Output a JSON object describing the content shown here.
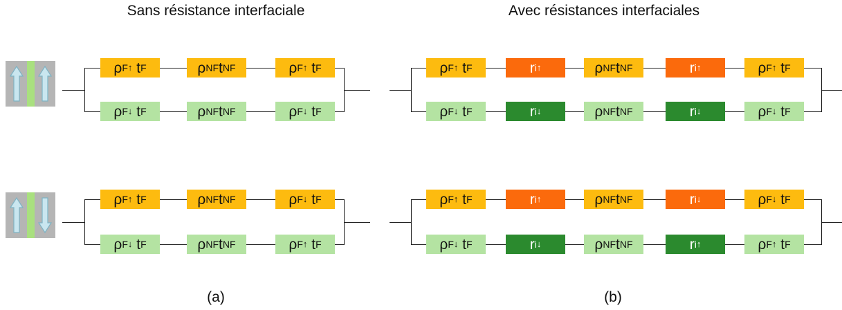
{
  "headings": {
    "left": "Sans résistance interfaciale",
    "right": "Avec résistances interfaciales"
  },
  "captions": {
    "a": "(a)",
    "b": "(b)"
  },
  "colors": {
    "orange": "#fdbb0f",
    "red": "#fb6a0c",
    "light_green": "#b4e3a2",
    "dark_green": "#2b8a2e",
    "device_gray": "#b5b5b5",
    "spacer_green": "#a9e07f",
    "arrow_fill": "#c9e6ef",
    "arrow_stroke": "#7fb3c4"
  },
  "devices": [
    {
      "left_arrow": "up",
      "right_arrow": "up"
    },
    {
      "left_arrow": "up",
      "right_arrow": "down"
    }
  ],
  "circuits": [
    {
      "top": [
        {
          "sym": "rho",
          "m": "F",
          "spin": "up",
          "t": true,
          "c": "orange"
        },
        {
          "sym": "rhoNF",
          "c": "orange"
        },
        {
          "sym": "rho",
          "m": "F",
          "spin": "up",
          "t": true,
          "c": "orange"
        }
      ],
      "bot": [
        {
          "sym": "rho",
          "m": "F",
          "spin": "down",
          "t": true,
          "c": "light_green"
        },
        {
          "sym": "rhoNF",
          "c": "light_green"
        },
        {
          "sym": "rho",
          "m": "F",
          "spin": "down",
          "t": true,
          "c": "light_green"
        }
      ]
    },
    {
      "top": [
        {
          "sym": "rho",
          "m": "F",
          "spin": "up",
          "t": true,
          "c": "orange"
        },
        {
          "sym": "r",
          "spin": "up",
          "c": "red"
        },
        {
          "sym": "rhoNF",
          "c": "orange"
        },
        {
          "sym": "r",
          "spin": "up",
          "c": "red"
        },
        {
          "sym": "rho",
          "m": "F",
          "spin": "up",
          "t": true,
          "c": "orange"
        }
      ],
      "bot": [
        {
          "sym": "rho",
          "m": "F",
          "spin": "down",
          "t": true,
          "c": "light_green"
        },
        {
          "sym": "r",
          "spin": "down",
          "c": "dark_green"
        },
        {
          "sym": "rhoNF",
          "c": "light_green"
        },
        {
          "sym": "r",
          "spin": "down",
          "c": "dark_green"
        },
        {
          "sym": "rho",
          "m": "F",
          "spin": "down",
          "t": true,
          "c": "light_green"
        }
      ]
    },
    {
      "top": [
        {
          "sym": "rho",
          "m": "F",
          "spin": "up",
          "t": true,
          "c": "orange"
        },
        {
          "sym": "rhoNF",
          "c": "orange"
        },
        {
          "sym": "rho",
          "m": "F",
          "spin": "down",
          "t": true,
          "c": "orange"
        }
      ],
      "bot": [
        {
          "sym": "rho",
          "m": "F",
          "spin": "down",
          "t": true,
          "c": "light_green"
        },
        {
          "sym": "rhoNF",
          "c": "light_green"
        },
        {
          "sym": "rho",
          "m": "F",
          "spin": "up",
          "t": true,
          "c": "light_green"
        }
      ]
    },
    {
      "top": [
        {
          "sym": "rho",
          "m": "F",
          "spin": "up",
          "t": true,
          "c": "orange"
        },
        {
          "sym": "r",
          "spin": "up",
          "c": "red"
        },
        {
          "sym": "rhoNF",
          "c": "orange"
        },
        {
          "sym": "r",
          "spin": "down",
          "c": "red"
        },
        {
          "sym": "rho",
          "m": "F",
          "spin": "down",
          "t": true,
          "c": "orange"
        }
      ],
      "bot": [
        {
          "sym": "rho",
          "m": "F",
          "spin": "down",
          "t": true,
          "c": "light_green"
        },
        {
          "sym": "r",
          "spin": "down",
          "c": "dark_green"
        },
        {
          "sym": "rhoNF",
          "c": "light_green"
        },
        {
          "sym": "r",
          "spin": "up",
          "c": "dark_green"
        },
        {
          "sym": "rho",
          "m": "F",
          "spin": "up",
          "t": true,
          "c": "light_green"
        }
      ]
    }
  ]
}
